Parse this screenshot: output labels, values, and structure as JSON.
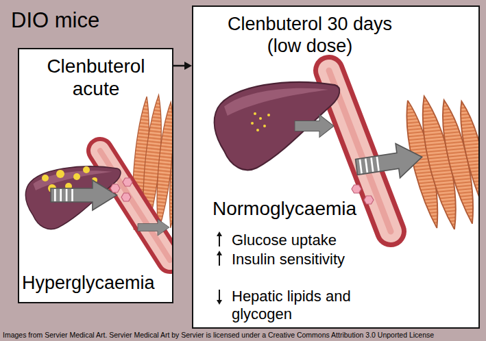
{
  "diagram": {
    "title": "DIO mice",
    "nodes": [
      {
        "text": [
          "Clenbuterol acute",
          "Hyperglycaemia"
        ]
      },
      {
        "text": [
          "Clenbuterol 30 days (low dose)",
          "Normoglycaemia",
          "Glucose uptake",
          "Insulin sensitivity",
          "Hepatic lipids and glycogen"
        ]
      }
    ],
    "edges": [
      {
        "from": 0,
        "to": 1,
        "arrow": "to"
      }
    ],
    "labels": [
      "Images from Servier Medical Art. Servier Medical Art by Servier is licensed under a Creative Commons Attribution 3.0 Unported License"
    ]
  }
}
